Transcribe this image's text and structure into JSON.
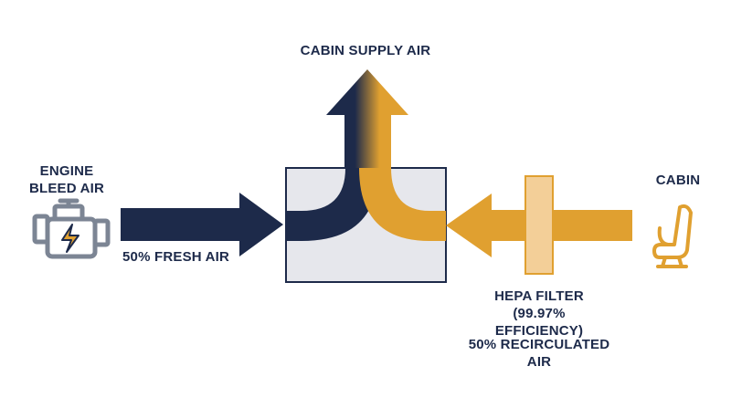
{
  "title": "CABIN SUPPLY AIR",
  "engine": {
    "label_line1": "ENGINE",
    "label_line2": "BLEED AIR",
    "icon": "engine-lightning-icon"
  },
  "fresh_air_label": "50% FRESH AIR",
  "cabin": {
    "label": "CABIN",
    "icon": "airplane-seat-icon"
  },
  "filter": {
    "line1": "HEPA FILTER",
    "line2": "(99.97%",
    "line3": "EFFICIENCY)"
  },
  "recirculated": {
    "line1": "50% RECIRCULATED",
    "line2": "AIR"
  },
  "colors": {
    "navy": "#1d2a4a",
    "gold": "#e0a030",
    "mixer_fill": "#e6e7ec",
    "filter_fill": "#f3cf98",
    "icon_gray": "#7c8594"
  }
}
